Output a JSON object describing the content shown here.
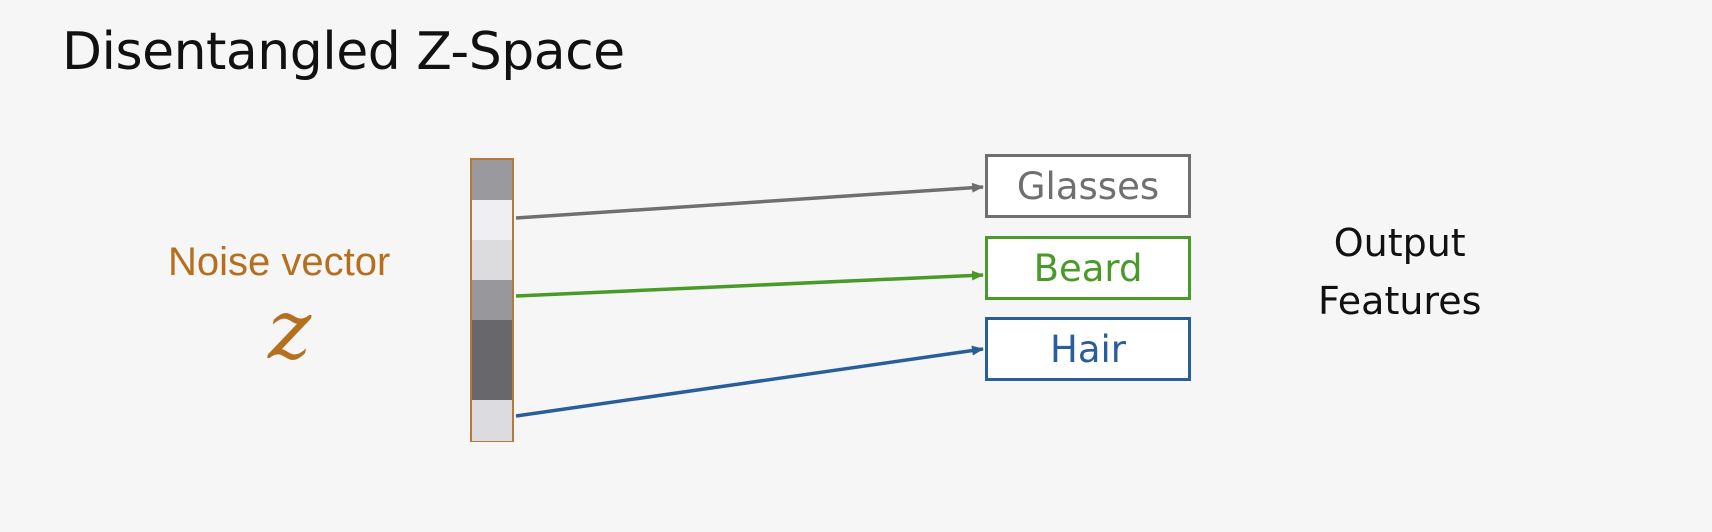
{
  "title": "Disentangled Z-Space",
  "noise": {
    "label": "Noise vector",
    "symbol": "z",
    "color": "#b5701f"
  },
  "vector_cells": [
    {
      "shade": "#9a9a9e"
    },
    {
      "shade": "#efeef2"
    },
    {
      "shade": "#dcdcde"
    },
    {
      "shade": "#98979b"
    },
    {
      "shade": "#68676b"
    },
    {
      "shade": "#68676b"
    },
    {
      "shade": "#dcdce0"
    }
  ],
  "features": [
    {
      "label": "Glasses",
      "color": "#6f6f6f"
    },
    {
      "label": "Beard",
      "color": "#4a9a2a"
    },
    {
      "label": "Hair",
      "color": "#2a5e9a"
    }
  ],
  "output": {
    "line1": "Output",
    "line2": "Features"
  }
}
